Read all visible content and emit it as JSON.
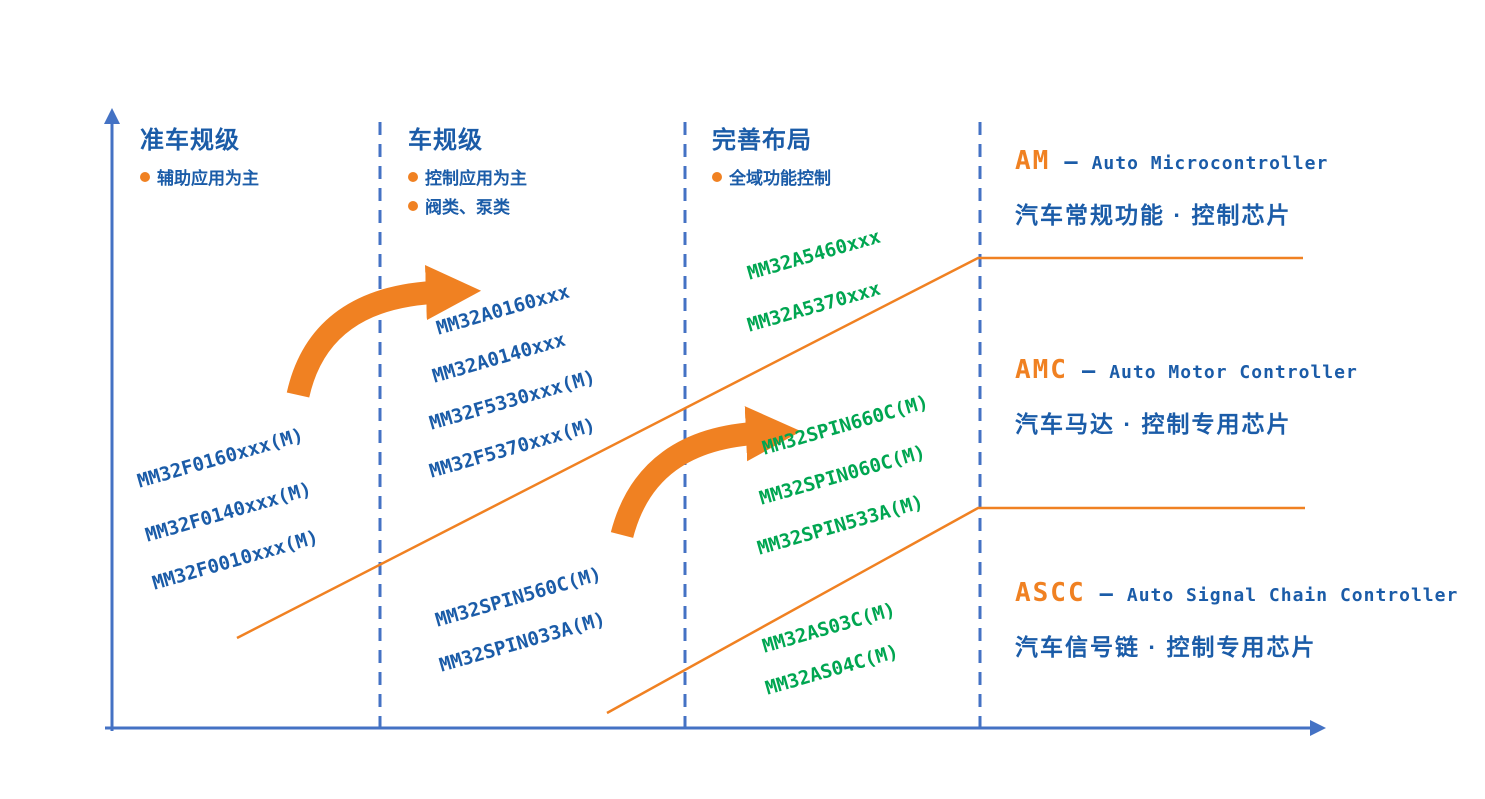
{
  "colors": {
    "blue_text": "#1b5ca8",
    "axis_blue": "#4472c4",
    "orange": "#f08122",
    "green": "#00a651"
  },
  "columns": [
    {
      "title": "准车规级",
      "bullets": [
        "辅助应用为主"
      ]
    },
    {
      "title": "车规级",
      "bullets": [
        "控制应用为主",
        "阀类、泵类"
      ]
    },
    {
      "title": "完善布局",
      "bullets": [
        "全域功能控制"
      ]
    }
  ],
  "chips": {
    "col1": [
      "MM32F0160xxx(M)",
      "MM32F0140xxx(M)",
      "MM32F0010xxx(M)"
    ],
    "col2_top": [
      "MM32A0160xxx",
      "MM32A0140xxx",
      "MM32F5330xxx(M)",
      "MM32F5370xxx(M)"
    ],
    "col2_bottom": [
      "MM32SPIN560C(M)",
      "MM32SPIN033A(M)"
    ],
    "col3_top": [
      "MM32A5460xxx",
      "MM32A5370xxx"
    ],
    "col3_mid": [
      "MM32SPIN660C(M)",
      "MM32SPIN060C(M)",
      "MM32SPIN533A(M)"
    ],
    "col3_bottom": [
      "MM32AS03C(M)",
      "MM32AS04C(M)"
    ]
  },
  "legend": [
    {
      "abbr": "AM",
      "dash": "—",
      "name": "Auto Microcontroller",
      "desc": "汽车常规功能 · 控制芯片"
    },
    {
      "abbr": "AMC",
      "dash": "—",
      "name": "Auto Motor Controller",
      "desc": "汽车马达 · 控制专用芯片"
    },
    {
      "abbr": "ASCC",
      "dash": "—",
      "name": "Auto Signal Chain Controller",
      "desc": "汽车信号链 · 控制专用芯片"
    }
  ]
}
